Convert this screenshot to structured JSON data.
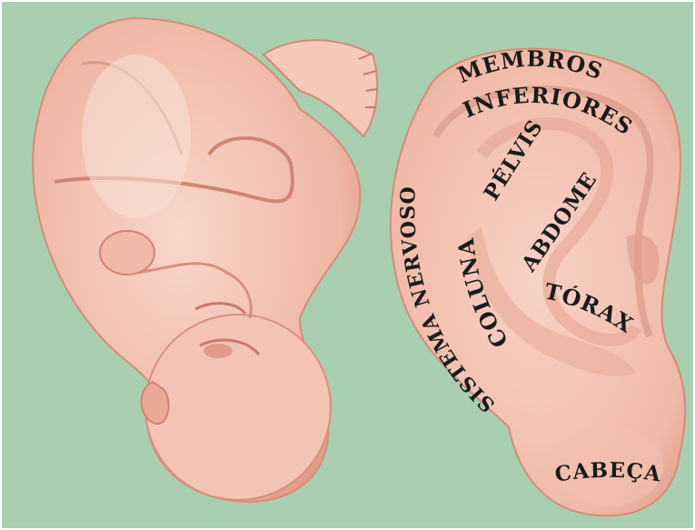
{
  "colors": {
    "background": "#a9cfb0",
    "skin_light": "#f6cfc3",
    "skin_mid": "#eeb2a0",
    "skin_dark": "#d98a78",
    "label_text": "#1b1b1b"
  },
  "labels": {
    "membros": "MEMBROS",
    "inferiores": "INFERIORES",
    "pelvis": "PÉLVIS",
    "abdome": "ABDOME",
    "sistema_nervoso": "SISTEMA NERVOSO",
    "coluna": "COLUNA",
    "torax": "TÓRAX",
    "cabeca": "CABEÇA"
  }
}
